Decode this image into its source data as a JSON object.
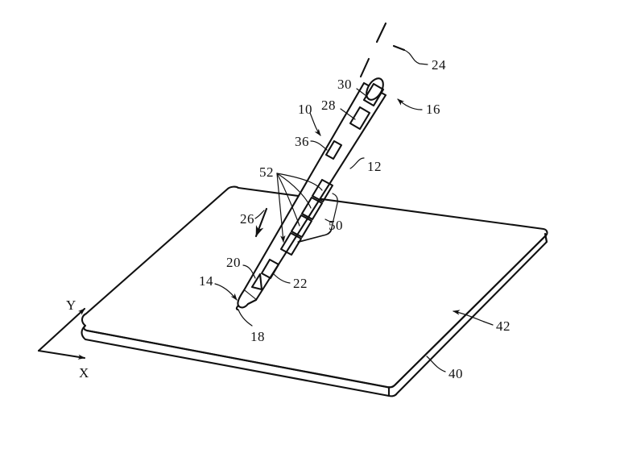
{
  "figure": {
    "title": "Stylus and touch-sensitive tablet patent figure",
    "background_color": "#ffffff",
    "ink_color": "#111111",
    "line_style": "black line art, no shading"
  },
  "axis_indicator": {
    "name": "coordinate-axes",
    "x_label": "X",
    "y_label": "Y"
  },
  "reference_numerals": [
    {
      "id": "24",
      "label": "24",
      "describes": "stylus longitudinal axis (dashed line)"
    },
    {
      "id": "16",
      "label": "16",
      "describes": "stylus upper end / top portion"
    },
    {
      "id": "30",
      "label": "30",
      "describes": "uppermost hatched band electrode"
    },
    {
      "id": "28",
      "label": "28",
      "describes": "second hatched band electrode"
    },
    {
      "id": "10",
      "label": "10",
      "describes": "stylus assembly overall"
    },
    {
      "id": "36",
      "label": "36",
      "describes": "intermediate hatched band electrode"
    },
    {
      "id": "12",
      "label": "12",
      "describes": "stylus barrel / body"
    },
    {
      "id": "52",
      "label": "52",
      "describes": "group of closely spaced hatched bands"
    },
    {
      "id": "50",
      "label": "50",
      "describes": "bracketed band region of the barrel"
    },
    {
      "id": "26",
      "label": "26",
      "describes": "direction of motion arrow toward surface"
    },
    {
      "id": "20",
      "label": "20",
      "describes": "tip electrode triangle"
    },
    {
      "id": "22",
      "label": "22",
      "describes": "lower hatched band electrode near tip"
    },
    {
      "id": "14",
      "label": "14",
      "describes": "stylus writing tip assembly"
    },
    {
      "id": "18",
      "label": "18",
      "describes": "contact point of tip on surface"
    },
    {
      "id": "42",
      "label": "42",
      "describes": "touch-sensitive top surface of the tablet"
    },
    {
      "id": "40",
      "label": "40",
      "describes": "tablet body / slab edge"
    }
  ],
  "stylus": {
    "name": "stylus",
    "tip_numeral": "14",
    "body_numeral": "12",
    "axis_numeral": "24",
    "bands": [
      {
        "numeral": "30",
        "position": "top"
      },
      {
        "numeral": "28",
        "position": "upper"
      },
      {
        "numeral": "36",
        "position": "middle-upper"
      },
      {
        "numeral": "52",
        "position": "middle-group"
      },
      {
        "numeral": "22",
        "position": "lower"
      },
      {
        "numeral": "20",
        "position": "tip-triangle"
      }
    ]
  },
  "tablet": {
    "name": "touch-sensitive-tablet",
    "surface_numeral": "42",
    "body_numeral": "40"
  }
}
